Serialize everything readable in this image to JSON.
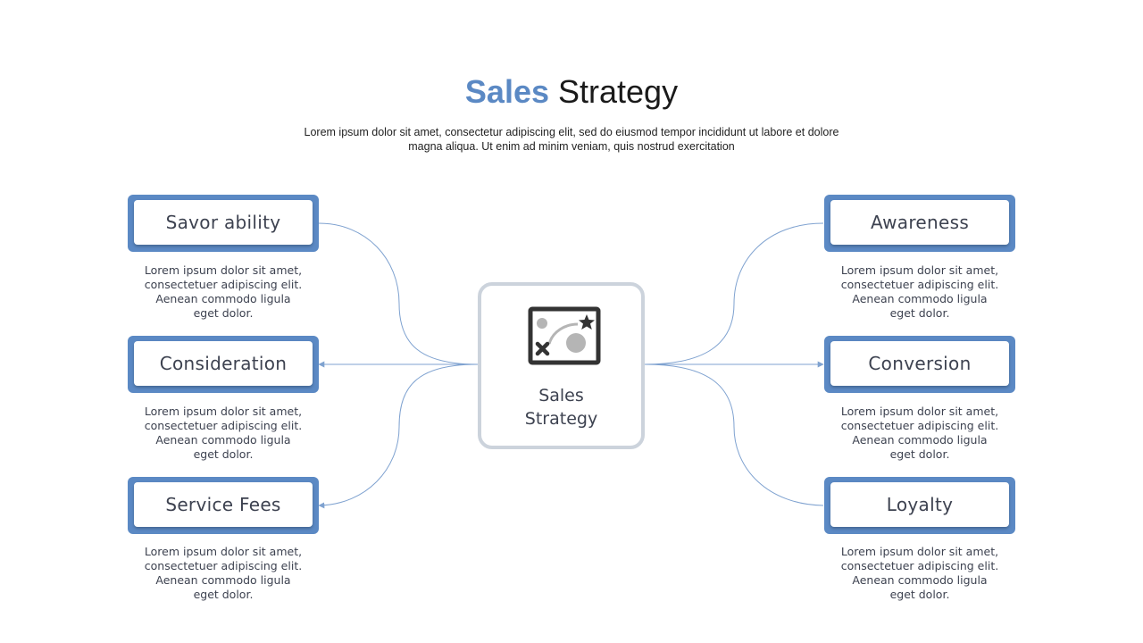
{
  "title": {
    "accent": "Sales",
    "rest": "Strategy"
  },
  "subtitle": {
    "line1": "Lorem ipsum dolor sit amet, consectetur adipiscing elit, sed do eiusmod tempor incididunt ut labore et dolore",
    "line2": "magna aliqua. Ut enim ad minim veniam, quis nostrud exercitation"
  },
  "center": {
    "line1": "Sales",
    "line2": "Strategy",
    "icon": "strategy-board-icon"
  },
  "nodes": [
    {
      "label": "Savor ability",
      "desc": [
        "Lorem ipsum dolor sit amet,",
        "consectetuer adipiscing elit.",
        "Aenean commodo ligula",
        "eget dolor."
      ]
    },
    {
      "label": "Consideration",
      "desc": [
        "Lorem ipsum dolor sit amet,",
        "consectetuer adipiscing elit.",
        "Aenean commodo ligula",
        "eget dolor."
      ]
    },
    {
      "label": "Service Fees",
      "desc": [
        "Lorem ipsum dolor sit amet,",
        "consectetuer adipiscing elit.",
        "Aenean commodo ligula",
        "eget dolor."
      ]
    },
    {
      "label": "Awareness",
      "desc": [
        "Lorem ipsum dolor sit amet,",
        "consectetuer adipiscing elit.",
        "Aenean commodo ligula",
        "eget dolor."
      ]
    },
    {
      "label": "Conversion",
      "desc": [
        "Lorem ipsum dolor sit amet,",
        "consectetuer adipiscing elit.",
        "Aenean commodo ligula",
        "eget dolor."
      ]
    },
    {
      "label": "Loyalty",
      "desc": [
        "Lorem ipsum dolor sit amet,",
        "consectetuer adipiscing elit.",
        "Aenean commodo ligula",
        "eget dolor."
      ]
    }
  ],
  "colors": {
    "accent": "#5b89c4",
    "center_border": "#ccd3dc",
    "connector": "#7fa2d0",
    "text": "#3d4250"
  }
}
